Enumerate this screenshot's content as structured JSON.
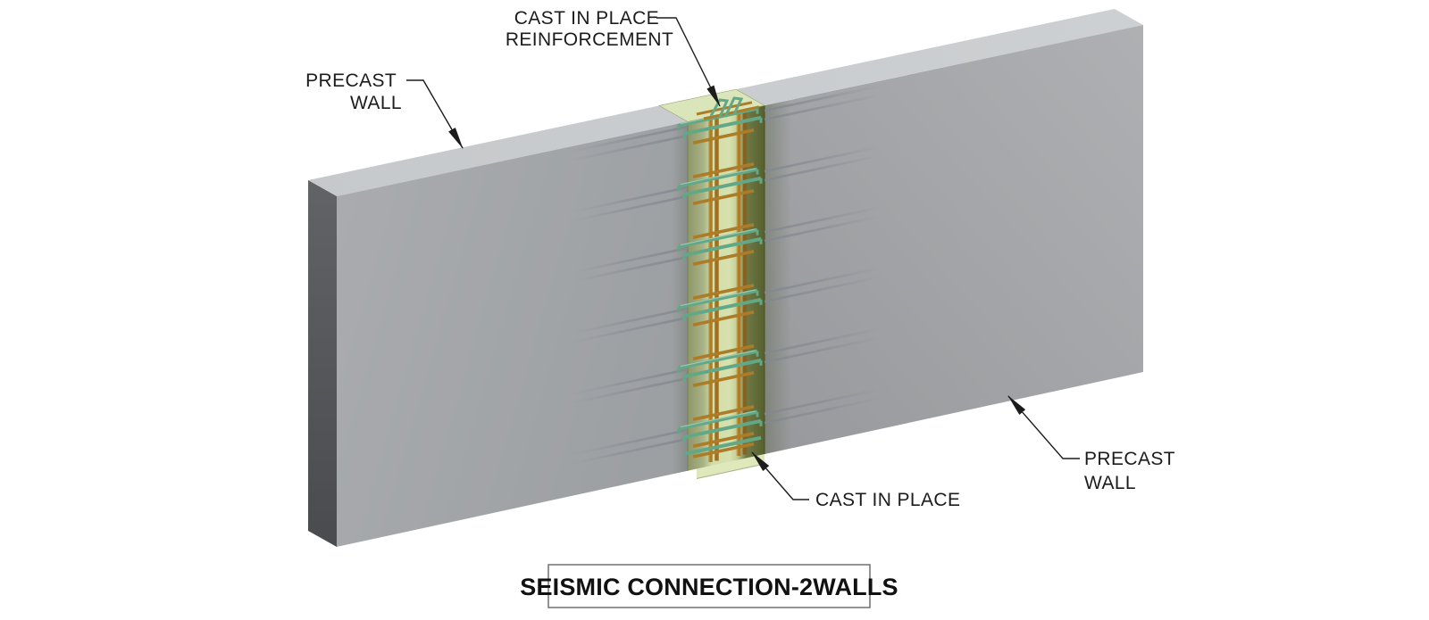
{
  "drawing": {
    "kind": "isometric technical illustration",
    "subject": "seismic cast-in-place connection between two precast concrete walls"
  },
  "labels": {
    "reinforcement_callout": {
      "line1": "CAST IN PLACE",
      "line2": "REINFORCEMENT"
    },
    "left_wall_callout": {
      "line1": "PRECAST",
      "line2": "WALL"
    },
    "right_wall_callout": {
      "line1": "PRECAST",
      "line2": "WALL"
    },
    "joint_callout": {
      "label": "CAST IN PLACE"
    },
    "title": "SEISMIC CONNECTION-2WALLS"
  },
  "colors": {
    "background": "#ffffff",
    "wall_front_gray": "#a7a9ac",
    "wall_top_gray": "#c9ccce",
    "wall_side_dark_gray": "#55575a",
    "joint_pale_green": "#d6e1af",
    "joint_left_band_green": "#99a379",
    "joint_dark_olive": "#6b7444",
    "joint_top_green": "#dae6ba",
    "rebar_orange": "#ad7c28",
    "rebar_orange_highlight": "#d4a34a",
    "hook_teal": "#63a886",
    "hook_teal_highlight": "#a9d3bb",
    "embedded_rebar_gray": "#828890",
    "annotation_line": "#1c1c1c",
    "title_box_border": "#6e7072"
  }
}
